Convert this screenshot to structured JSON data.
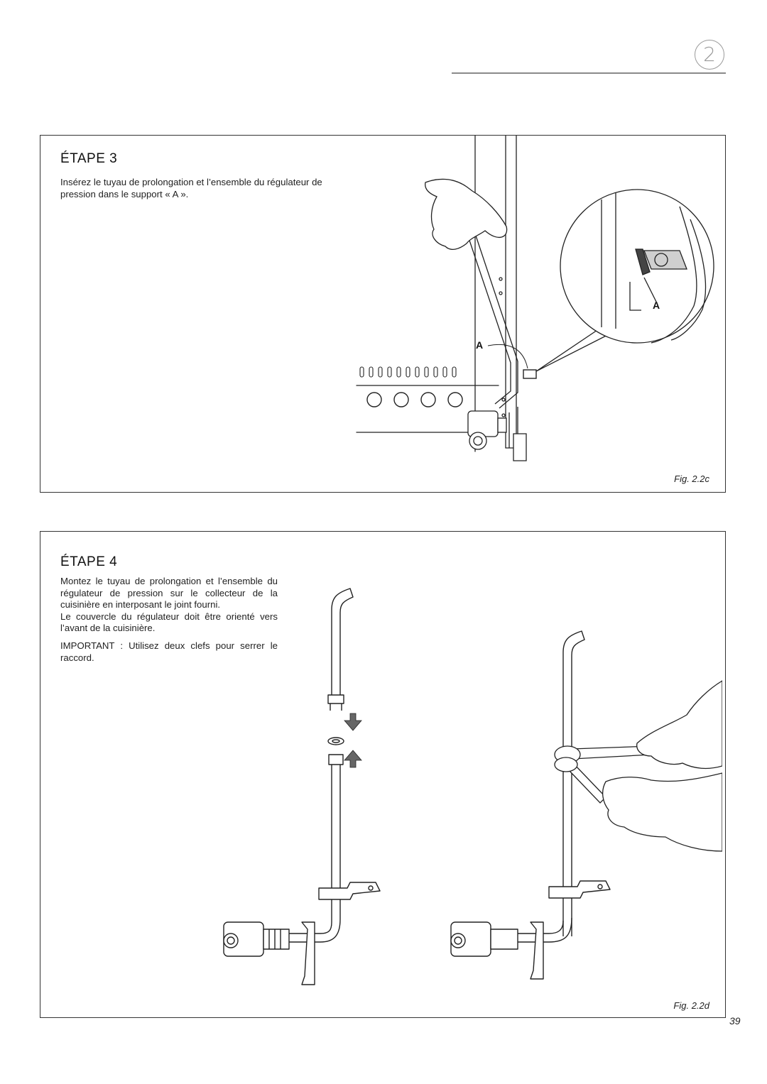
{
  "chapter": {
    "number": "2"
  },
  "step3": {
    "title": "ÉTAPE 3",
    "paragraph": "Insérez le tuyau de prolongation et l’ensemble du régulateur de pression dans le support « A ».",
    "callout_label": "A",
    "detail_label": "A",
    "figure_caption": "Fig. 2.2c"
  },
  "step4": {
    "title": "ÉTAPE 4",
    "paragraphs": [
      "Montez le tuyau de prolongation et l’ensemble du régulateur de pression sur le collecteur de la cuisinière en interposant le joint fourni.",
      "Le couvercle du régulateur doit être orienté vers l’avant de la cuisinière.",
      "IMPORTANT : Utilisez deux clefs pour serrer le raccord."
    ],
    "figure_caption": "Fig. 2.2d"
  },
  "page_number": "39"
}
